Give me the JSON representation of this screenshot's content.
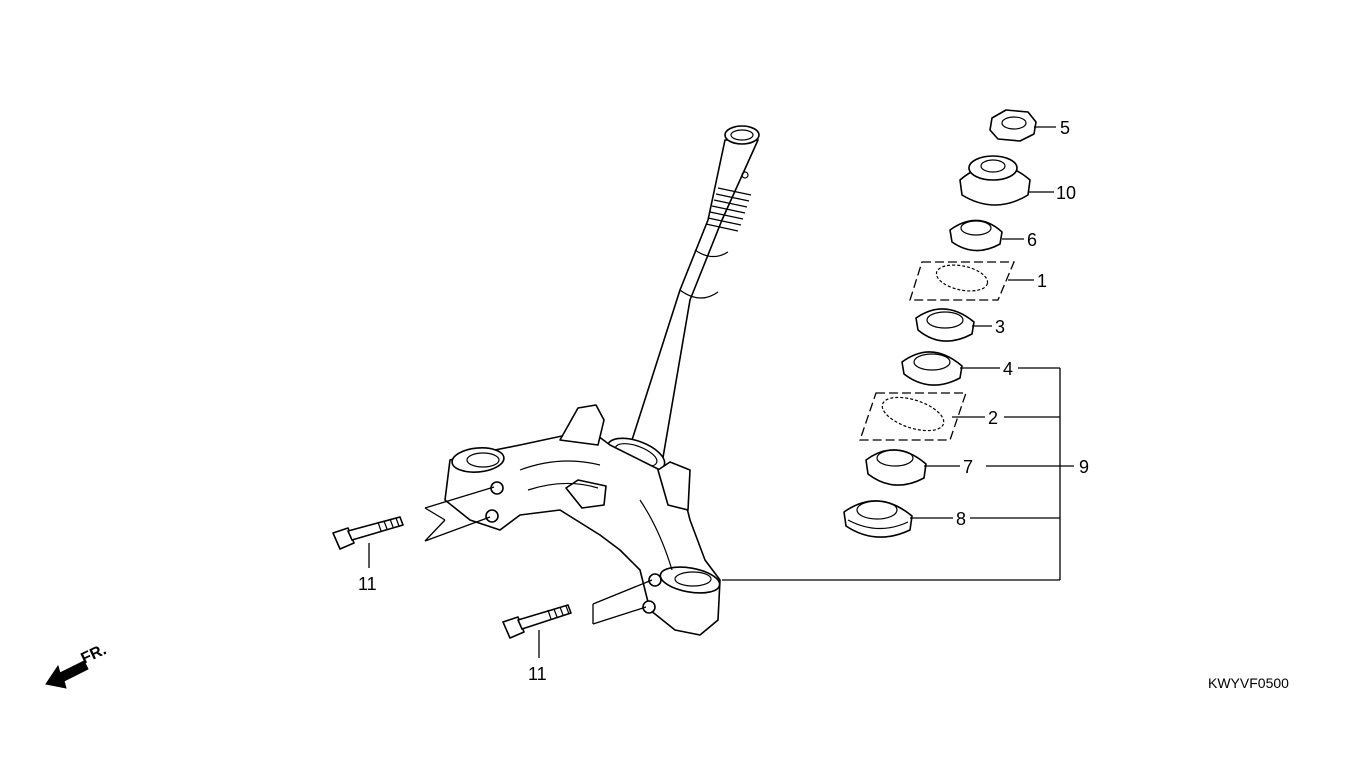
{
  "diagram": {
    "callouts": {
      "c1": "1",
      "c2": "2",
      "c3": "3",
      "c4": "4",
      "c5": "5",
      "c6": "6",
      "c7": "7",
      "c8": "8",
      "c9": "9",
      "c10": "10",
      "c11a": "11",
      "c11b": "11"
    },
    "front_label": "FR.",
    "figure_code": "KWYVF0500"
  }
}
